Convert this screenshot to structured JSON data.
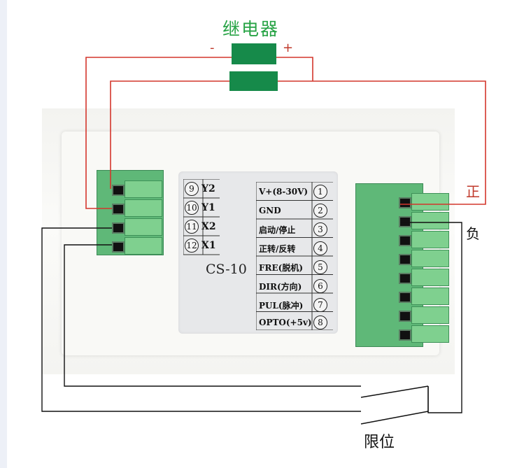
{
  "relay": {
    "title": "继电器",
    "minus": "-",
    "plus": "+"
  },
  "device": {
    "model": "CS-10",
    "left_pins": [
      {
        "num": "9",
        "label": "Y2"
      },
      {
        "num": "10",
        "label": "Y1"
      },
      {
        "num": "11",
        "label": "X2"
      },
      {
        "num": "12",
        "label": "X1"
      }
    ],
    "right_pins": [
      {
        "num": "1",
        "label": "V+(8-30V)"
      },
      {
        "num": "2",
        "label": "GND"
      },
      {
        "num": "3",
        "label": "启动/停止"
      },
      {
        "num": "4",
        "label": "正转/反转"
      },
      {
        "num": "5",
        "label": "FRE(脱机)"
      },
      {
        "num": "6",
        "label": "DIR(方向)"
      },
      {
        "num": "7",
        "label": "PUL(脉冲)"
      },
      {
        "num": "8",
        "label": "OPTO(+5v)"
      }
    ]
  },
  "labels": {
    "positive": "正",
    "negative": "负",
    "limit_switch": "限位"
  },
  "colors": {
    "relay_green": "#168a4a",
    "title_green": "#27a345",
    "wire_red": "#d4362c",
    "wire_black": "#111111",
    "terminal_green": "#5fb878"
  }
}
